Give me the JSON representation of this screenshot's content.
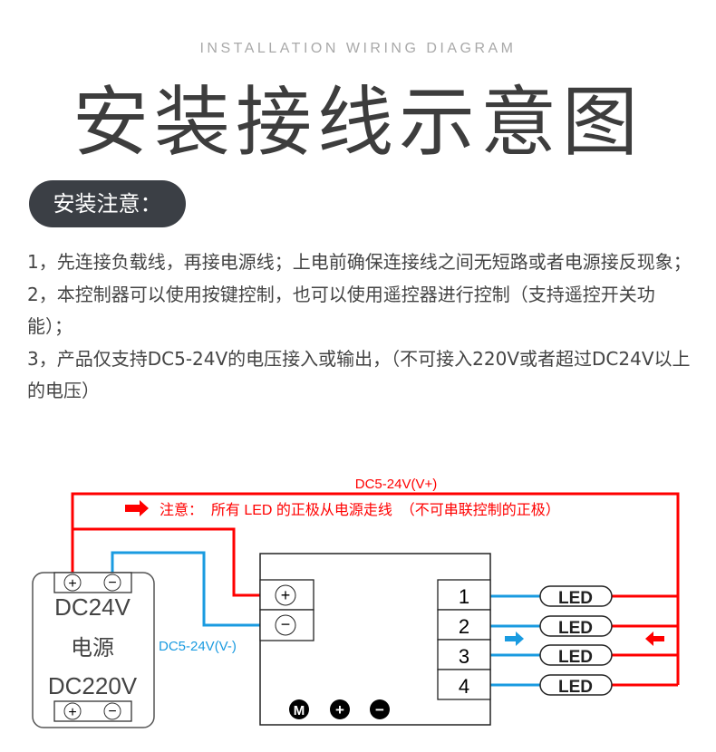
{
  "header": {
    "subtitle": "INSTALLATION WIRING DIAGRAM",
    "title": "安装接线示意图"
  },
  "notice": {
    "label": "安装注意：",
    "items": [
      "1，先连接负载线，再接电源线；上电前确保连接线之间无短路或者电源接反现象；",
      "2，本控制器可以使用按键控制，也可以使用遥控器进行控制（支持遥控开关功能）；",
      "3，产品仅支持DC5-24V的电压接入或输出，（不可接入220V或者超过DC24V以上的电压）"
    ]
  },
  "diagram": {
    "vplus_label": "DC5-24V(V+)",
    "vminus_label": "DC5-24V(V-)",
    "warning": "注意：  所有 LED 的正极从电源走线  （不可串联控制的正极）",
    "power": {
      "output": "DC24V",
      "name": "电源",
      "input": "DC220V",
      "plus": "+",
      "minus": "−"
    },
    "controller": {
      "channels": [
        "1",
        "2",
        "3",
        "4"
      ],
      "buttons": [
        "M",
        "+",
        "−"
      ]
    },
    "led_label": "LED",
    "colors": {
      "positive": "#ff0000",
      "negative": "#1a9be0"
    }
  }
}
